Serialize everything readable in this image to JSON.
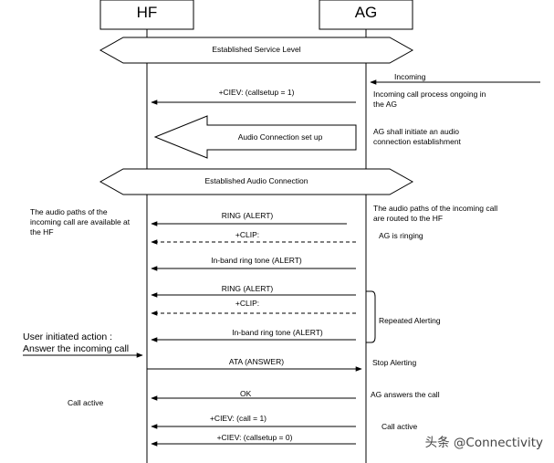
{
  "participants": {
    "left": "HF",
    "right": "AG"
  },
  "banners": {
    "service_level": "Established Service Level",
    "audio_connection": "Established Audio Connection"
  },
  "big_arrow": {
    "label": "Audio Connection set up"
  },
  "messages": [
    {
      "id": "ciev-callsetup-1",
      "label": "+CIEV: (callsetup = 1)",
      "direction": "to-HF",
      "style": "solid"
    },
    {
      "id": "ring-1",
      "label": "RING (ALERT)",
      "direction": "to-HF",
      "style": "solid"
    },
    {
      "id": "clip-1",
      "label": "+CLIP:",
      "direction": "to-HF",
      "style": "dashed"
    },
    {
      "id": "inband-1",
      "label": "In-band ring tone (ALERT)",
      "direction": "to-HF",
      "style": "solid"
    },
    {
      "id": "ring-2",
      "label": "RING (ALERT)",
      "direction": "to-HF",
      "style": "solid"
    },
    {
      "id": "clip-2",
      "label": "+CLIP:",
      "direction": "to-HF",
      "style": "dashed"
    },
    {
      "id": "inband-2",
      "label": "In-band ring tone (ALERT)",
      "direction": "to-HF",
      "style": "solid"
    },
    {
      "id": "ata",
      "label": "ATA (ANSWER)",
      "direction": "to-AG",
      "style": "solid"
    },
    {
      "id": "ok",
      "label": "OK",
      "direction": "to-HF",
      "style": "solid"
    },
    {
      "id": "ciev-call-1",
      "label": "+CIEV: (call = 1)",
      "direction": "to-HF",
      "style": "solid"
    },
    {
      "id": "ciev-callsetup-0",
      "label": "+CIEV: (callsetup = 0)",
      "direction": "to-HF",
      "style": "solid"
    }
  ],
  "ag_notes": {
    "incoming": "Incoming",
    "process_ongoing": "Incoming call process ongoing in the AG",
    "initiate_audio": "AG shall initiate an audio connection establishment",
    "audio_routed": "The audio paths of the incoming call are routed to the HF",
    "ringing": "AG is ringing",
    "repeated_alerting": "Repeated Alerting",
    "stop_alerting": "Stop Alerting",
    "answers_call": "AG answers the call",
    "call_active": "Call active"
  },
  "hf_notes": {
    "audio_available": "The audio paths of the incoming call are available at the HF",
    "user_action": "User initiated action : Answer the incoming call",
    "call_active": "Call active"
  },
  "watermark": "头条 @Connectivity"
}
